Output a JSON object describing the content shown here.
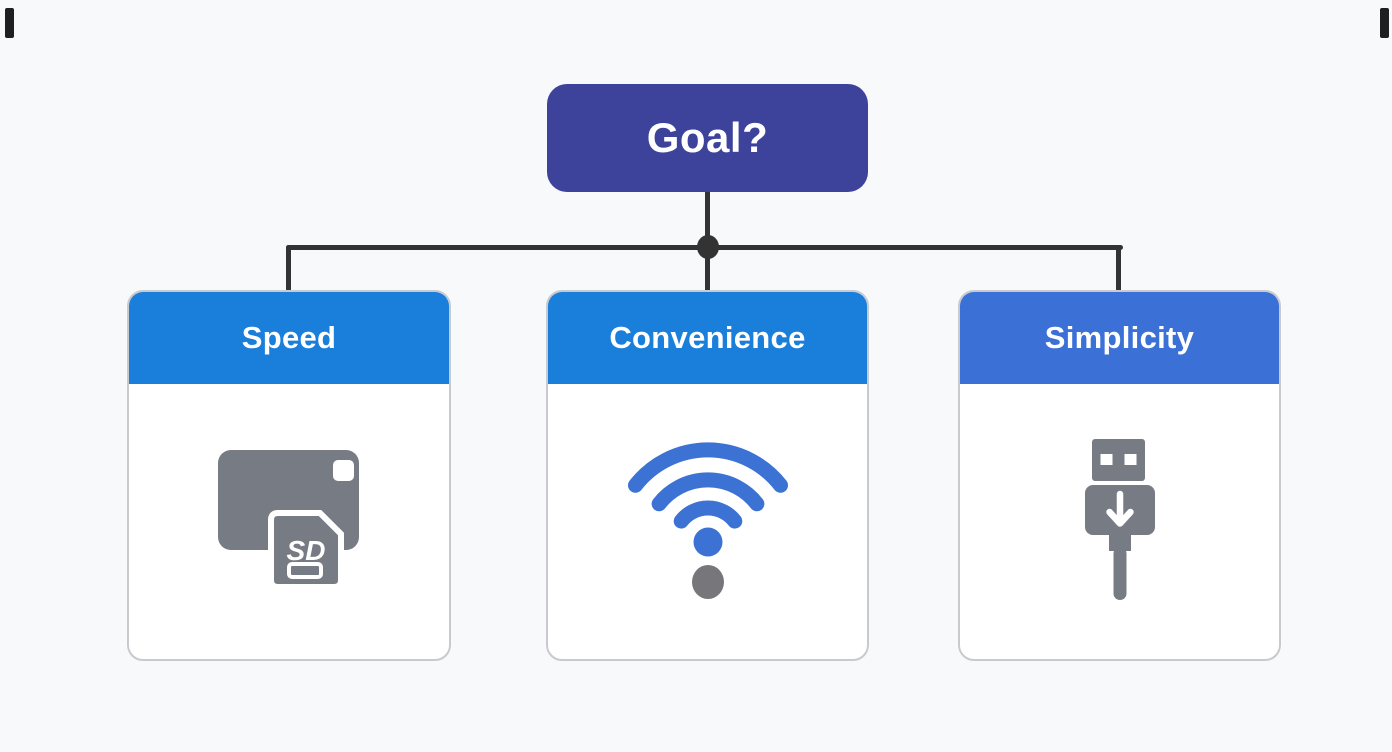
{
  "colors": {
    "page_bg": "#F8F9FA",
    "line": "#333333",
    "goal_bg": "#3D439B",
    "header_blue": "#1A7EDB",
    "header_blue_alt": "#3B70D6",
    "card_bg": "#FFFFFF",
    "card_border": "#C9CACE",
    "icon_gray": "#777B83",
    "wifi_blue": "#3B72D4",
    "wifi_dot_gray": "#77777B",
    "title_text": "#FFFFFF"
  },
  "diagram": {
    "root": {
      "label": "Goal?"
    },
    "branches": [
      {
        "label": "Speed",
        "icon": "sd-card-icon",
        "header_color": "#1A7EDB"
      },
      {
        "label": "Convenience",
        "icon": "wifi-icon",
        "header_color": "#1A7EDB"
      },
      {
        "label": "Simplicity",
        "icon": "usb-plug-icon",
        "header_color": "#3B70D6"
      }
    ]
  }
}
